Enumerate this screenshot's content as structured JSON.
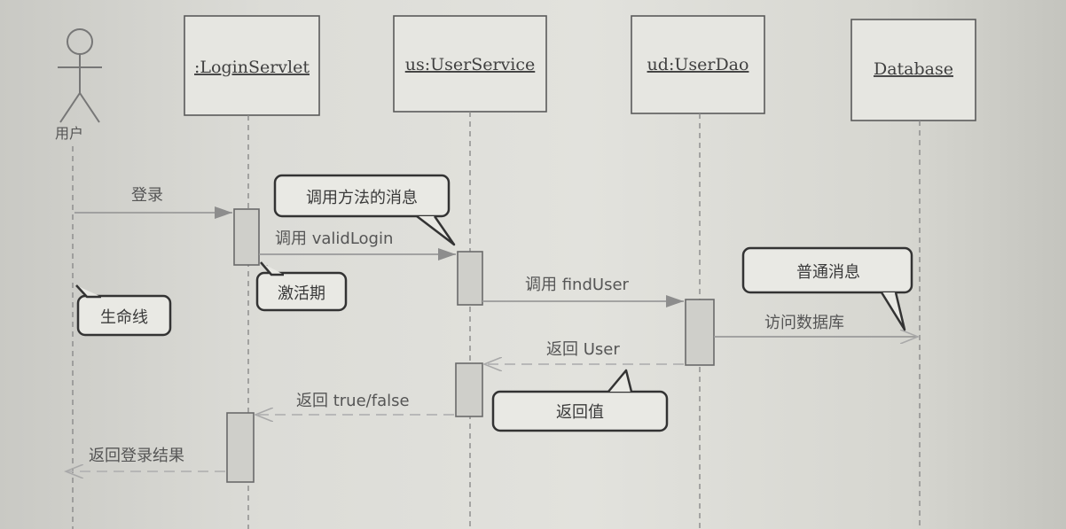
{
  "actor": {
    "label": "用户"
  },
  "objects": [
    {
      "id": "login",
      "label": ":LoginServlet"
    },
    {
      "id": "service",
      "label": "us:UserService"
    },
    {
      "id": "dao",
      "label": "ud:UserDao"
    },
    {
      "id": "db",
      "label": "Database"
    }
  ],
  "messages": {
    "login": "登录",
    "valid_login": "调用 validLogin",
    "find_user": "调用 findUser",
    "access_db": "访问数据库",
    "return_user": "返回 User",
    "return_tf": "返回 true/false",
    "return_result": "返回登录结果"
  },
  "notes": {
    "method_call": "调用方法的消息",
    "activation": "激活期",
    "lifeline": "生命线",
    "normal_msg": "普通消息",
    "return_value": "返回值"
  }
}
